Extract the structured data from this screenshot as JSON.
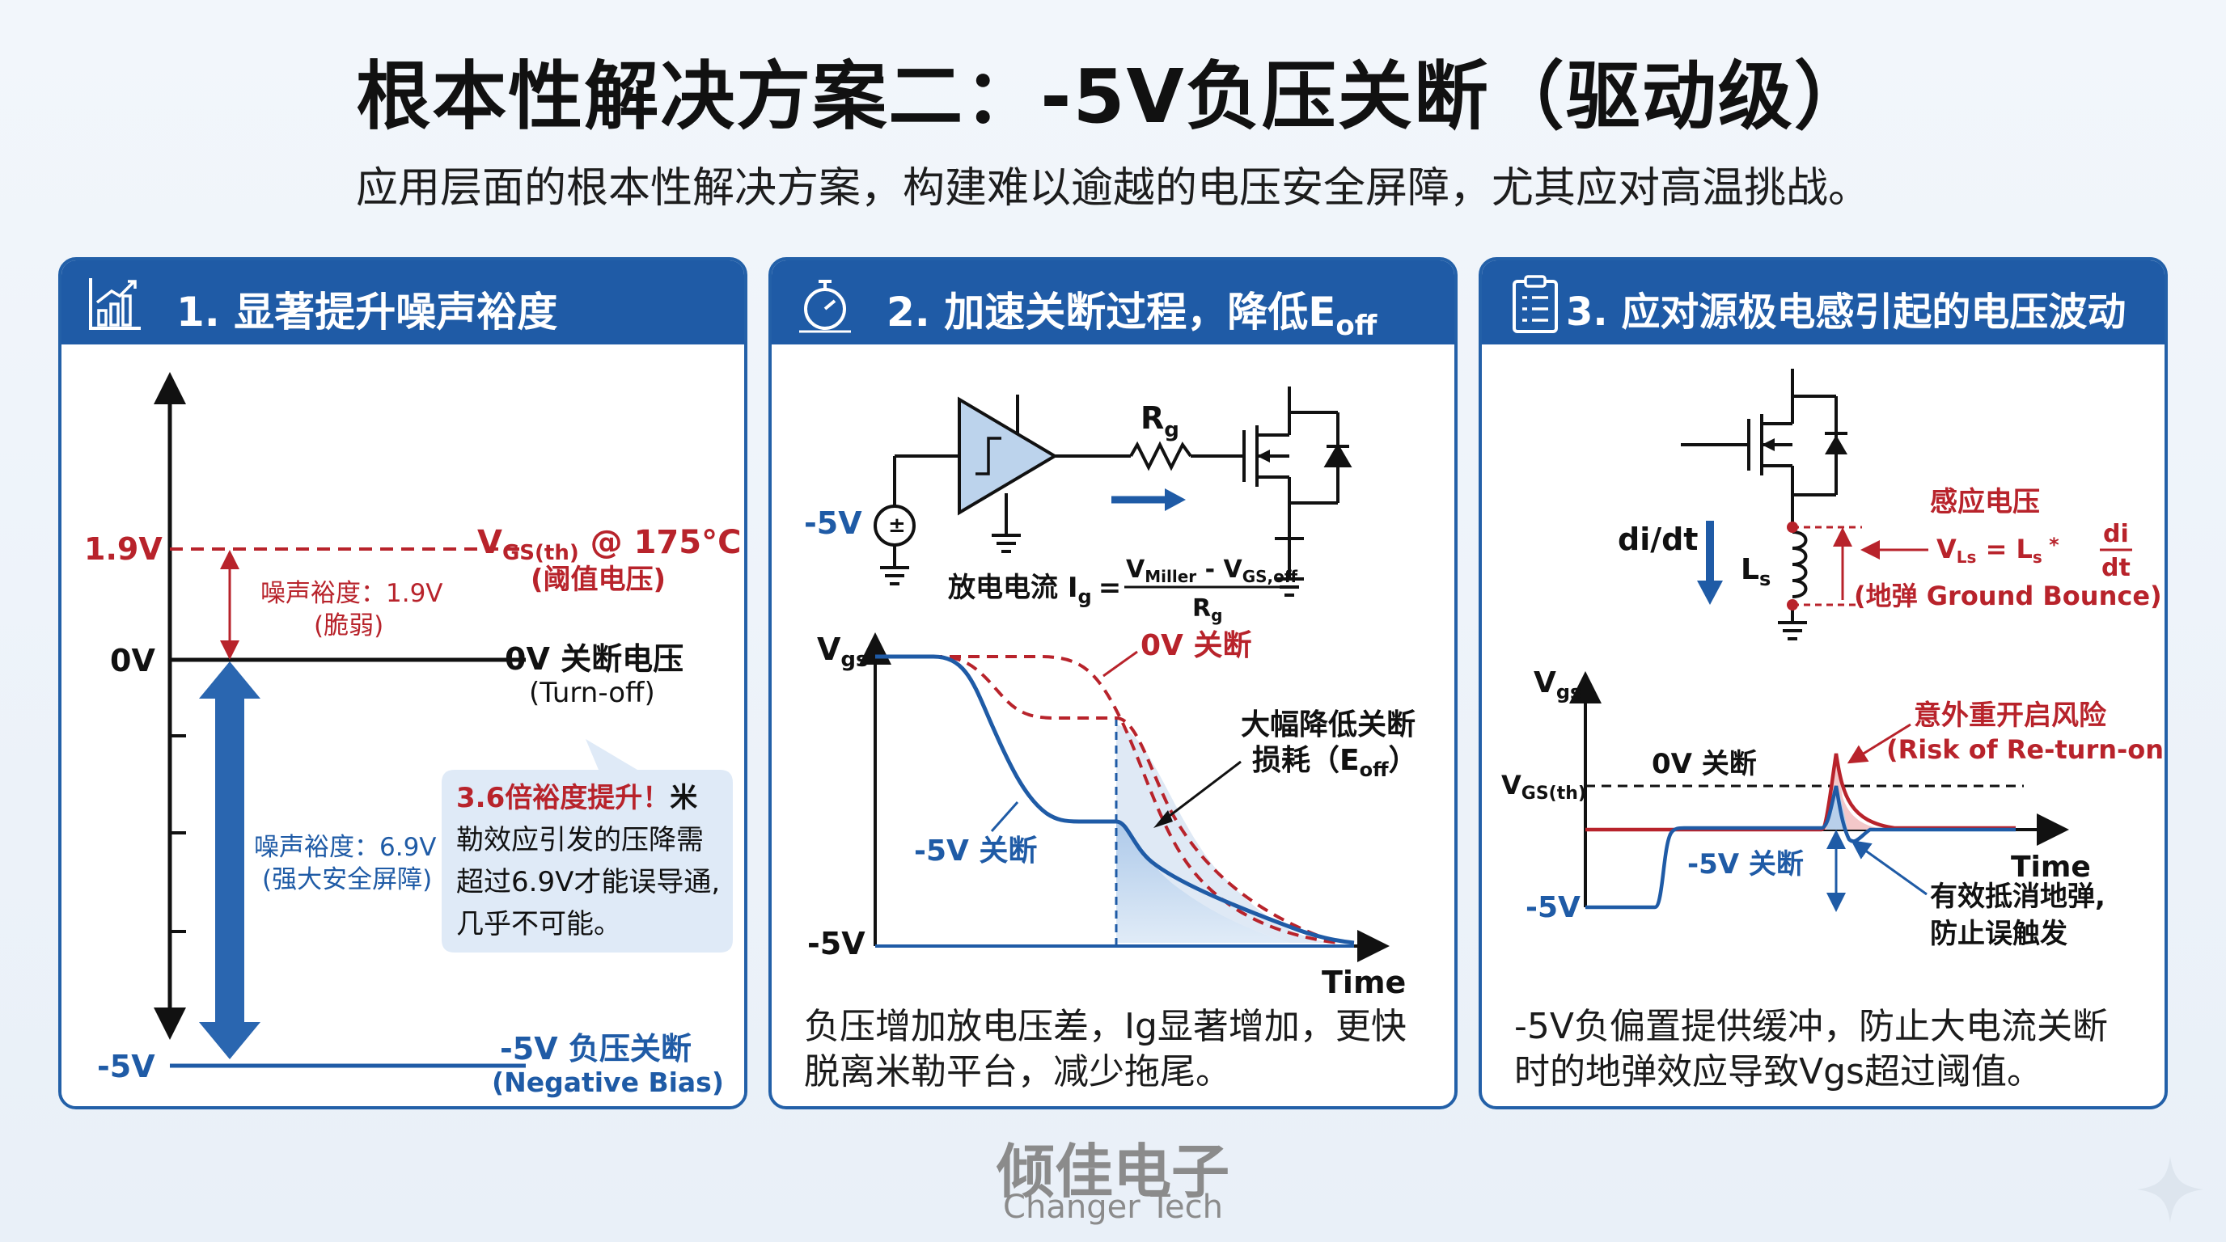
{
  "title": "根本性解决方案二：-5V负压关断（驱动级）",
  "subtitle": "应用层面的根本性解决方案，构建难以逾越的电压安全屏障，尤其应对高温挑战。",
  "colors": {
    "blue": "#1f5ba6",
    "red": "#b8232b",
    "dark": "#1a1a1a"
  },
  "panel1": {
    "icon": "bar-chart-icon",
    "title": "1. 显著提升噪声裕度",
    "y_axis_labels": {
      "v19": "1.9V",
      "v0": "0V",
      "vneg5": "-5V"
    },
    "vgs_th_prefix": "V",
    "vgs_th_sub": "GS(th)",
    "vgs_th_suffix": " @ 175°C",
    "vgs_th_note": "(阈值电压)",
    "margin_small_1": "噪声裕度：1.9V",
    "margin_small_2": "(脆弱)",
    "zero_label_1": "0V 关断电压",
    "zero_label_2": "(Turn-off)",
    "margin_big_1": "噪声裕度：6.9V",
    "margin_big_2": "(强大安全屏障)",
    "callout_red": "3.6倍裕度提升！",
    "callout_rest_1": "米",
    "callout_rest_2": "勒效应引发的压降需",
    "callout_rest_3": "超过6.9V才能误导通,",
    "callout_rest_4": "几乎不可能。",
    "neg_label_1": "-5V 负压关断",
    "neg_label_2": "(Negative Bias)"
  },
  "panel2": {
    "icon": "stopwatch-icon",
    "title_prefix": "2. 加速关断过程，降低E",
    "title_sub": "off",
    "src_label": "-5V",
    "rg_label": "R",
    "rg_sub": "g",
    "ig_text": "放电电流 I",
    "ig_sub": "g",
    "eq": "=",
    "num_v": "V",
    "num_miller": "Miller",
    "num_mid": " - V",
    "num_gsoff": "GS,off",
    "den_r": "R",
    "den_g": "g",
    "plot_y": "V",
    "plot_y_sub": "gs",
    "plot_neg5": "-5V",
    "plot_time": "Time",
    "zero_off": "0V 关断",
    "neg_off": "-5V 关断",
    "loss_1": "大幅降低关断",
    "loss_2_prefix": "损耗（E",
    "loss_2_sub": "off",
    "loss_2_suffix": "）",
    "caption_1": "负压增加放电压差，Ig显著增加，更快",
    "caption_2": "脱离米勒平台，减少拖尾。"
  },
  "panel3": {
    "icon": "clipboard-icon",
    "title": "3. 应对源极电感引起的电压波动",
    "didt": "di/dt",
    "ls": "L",
    "ls_sub": "s",
    "induced": "感应电压",
    "vls_v": "V",
    "vls_sub": "Ls",
    "vls_mid": " = L",
    "vls_sub2": "s",
    "vls_star": " *",
    "frac_di": "di",
    "frac_dt": "dt",
    "ground_bounce": "(地弹 Ground Bounce)",
    "plot_y": "V",
    "plot_y_sub": "gs",
    "vgsth": "V",
    "vgsth_sub": "GS(th)",
    "plot_neg5": "-5V",
    "plot_time": "Time",
    "zero_off": "0V 关断",
    "neg_off": "-5V 关断",
    "risk_1": "意外重开启风险",
    "risk_2": "(Risk of Re-turn-on)",
    "cancel_1": "有效抵消地弹,",
    "cancel_2": "防止误触发",
    "caption_1": "-5V负偏置提供缓冲，防止大电流关断",
    "caption_2": "时的地弹效应导致Vgs超过阈值。"
  },
  "brand": {
    "cn": "倾佳电子",
    "en": "Changer Tech"
  }
}
